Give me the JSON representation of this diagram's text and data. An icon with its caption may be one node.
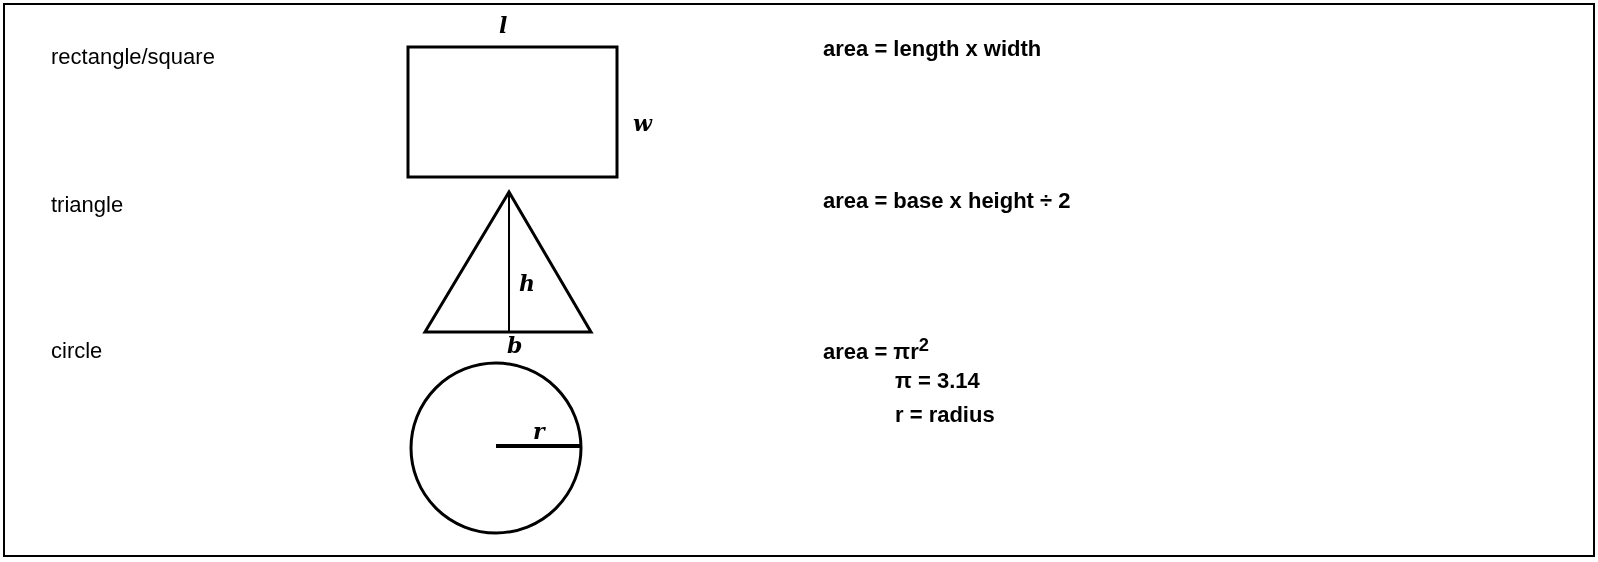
{
  "diagram": {
    "labels": [
      "rectangle/square",
      "l",
      "area = length x width",
      "w",
      "triangle",
      "area = base x height ÷ 2",
      "h",
      "circle",
      "b",
      "area = πr$^{2}$",
      "π = 3.14",
      "r = radius",
      "r"
    ]
  }
}
